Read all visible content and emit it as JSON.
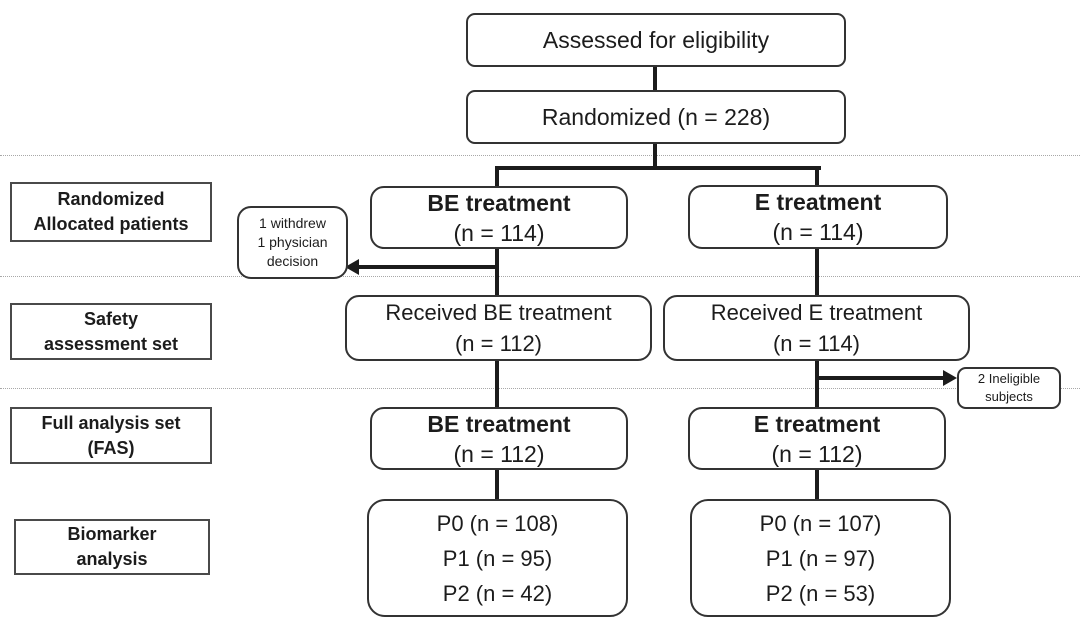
{
  "flowchart": {
    "assessed_box": {
      "label": "Assessed for eligibility"
    },
    "randomized_box": {
      "label": "Randomized (n = 228)"
    },
    "stage_labels": {
      "allocation": {
        "line1": "Randomized",
        "line2": "Allocated  patients"
      },
      "safety": {
        "line1": "Safety",
        "line2": "assessment set"
      },
      "fas": {
        "line1": "Full analysis set",
        "line2": "(FAS)"
      },
      "biomarker": {
        "line1": "Biomarker",
        "line2": "analysis"
      }
    },
    "be_arm": {
      "allocation": {
        "title": "BE treatment",
        "n": "(n = 114)"
      },
      "safety": {
        "title": "Received BE treatment",
        "n": "(n = 112)"
      },
      "fas": {
        "title": "BE treatment",
        "n": "(n = 112)"
      },
      "biomarker": {
        "line1": "P0 (n = 108)",
        "line2": "P1 (n = 95)",
        "line3": "P2 (n = 42)"
      }
    },
    "e_arm": {
      "allocation": {
        "title": "E treatment",
        "n": "(n = 114)"
      },
      "safety": {
        "title": "Received E treatment",
        "n": "(n = 114)"
      },
      "fas": {
        "title": "E treatment",
        "n": "(n = 112)"
      },
      "biomarker": {
        "line1": "P0 (n = 107)",
        "line2": "P1 (n = 97)",
        "line3": "P2 (n = 53)"
      }
    },
    "exclusions": {
      "be": {
        "line1": "1 withdrew",
        "line2": "1 physician",
        "line3": "decision"
      },
      "e": {
        "line1": "2 Ineligible",
        "line2": "subjects"
      }
    },
    "colors": {
      "line": "#1c1c1c",
      "box_border": "#333333",
      "label_border": "#4a4a4a",
      "dotted_divider": "#a8a8a8",
      "background": "#ffffff",
      "text": "#1c1c1c"
    }
  }
}
